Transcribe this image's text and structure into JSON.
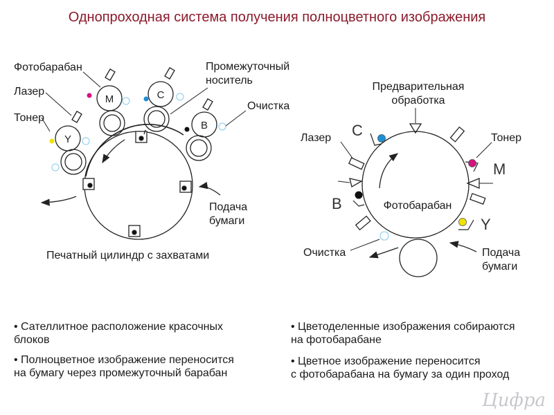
{
  "title": "Однопроходная система получения полноцветного изображения",
  "left": {
    "photodrum": "Фотобарабан",
    "laser": "Лазер",
    "toner": "Тонер",
    "intermediate_1": "Промежуточный",
    "intermediate_2": "носитель",
    "cleaning": "Очистка",
    "paper_1": "Подача",
    "paper_2": "бумаги",
    "cylinder": "Печатный цилиндр с захватами",
    "units": {
      "m": "M",
      "c": "C",
      "y": "Y",
      "b": "B"
    }
  },
  "right": {
    "pre_1": "Предварительная",
    "pre_2": "обработка",
    "laser": "Лазер",
    "toner": "Тонер",
    "photodrum": "Фотобарабан",
    "cleaning": "Очистка",
    "paper_1": "Подача",
    "paper_2": "бумаги",
    "letters": {
      "c": "C",
      "m": "M",
      "b": "B",
      "y": "Y"
    }
  },
  "bullets_left": {
    "b1_l1": "• Сателлитное расположение красочных",
    "b1_l2": "блоков",
    "b2_l1": "• Полноцветное изображение переносится",
    "b2_l2": "на бумагу через промежуточный барабан"
  },
  "bullets_right": {
    "b1_l1": "• Цветоделенные изображения собираются",
    "b1_l2": "на фотобарабане",
    "b2_l1": "• Цветное изображение переносится",
    "b2_l2": "с фотобарабана на бумагу за один проход"
  },
  "logo": "Цифра",
  "colors": {
    "title": "#8b1a2b",
    "magenta": "#d4137f",
    "cyan": "#1e8fd6",
    "yellow": "#f2e200",
    "light_blue": "#9ad4f0",
    "black": "#111111"
  }
}
